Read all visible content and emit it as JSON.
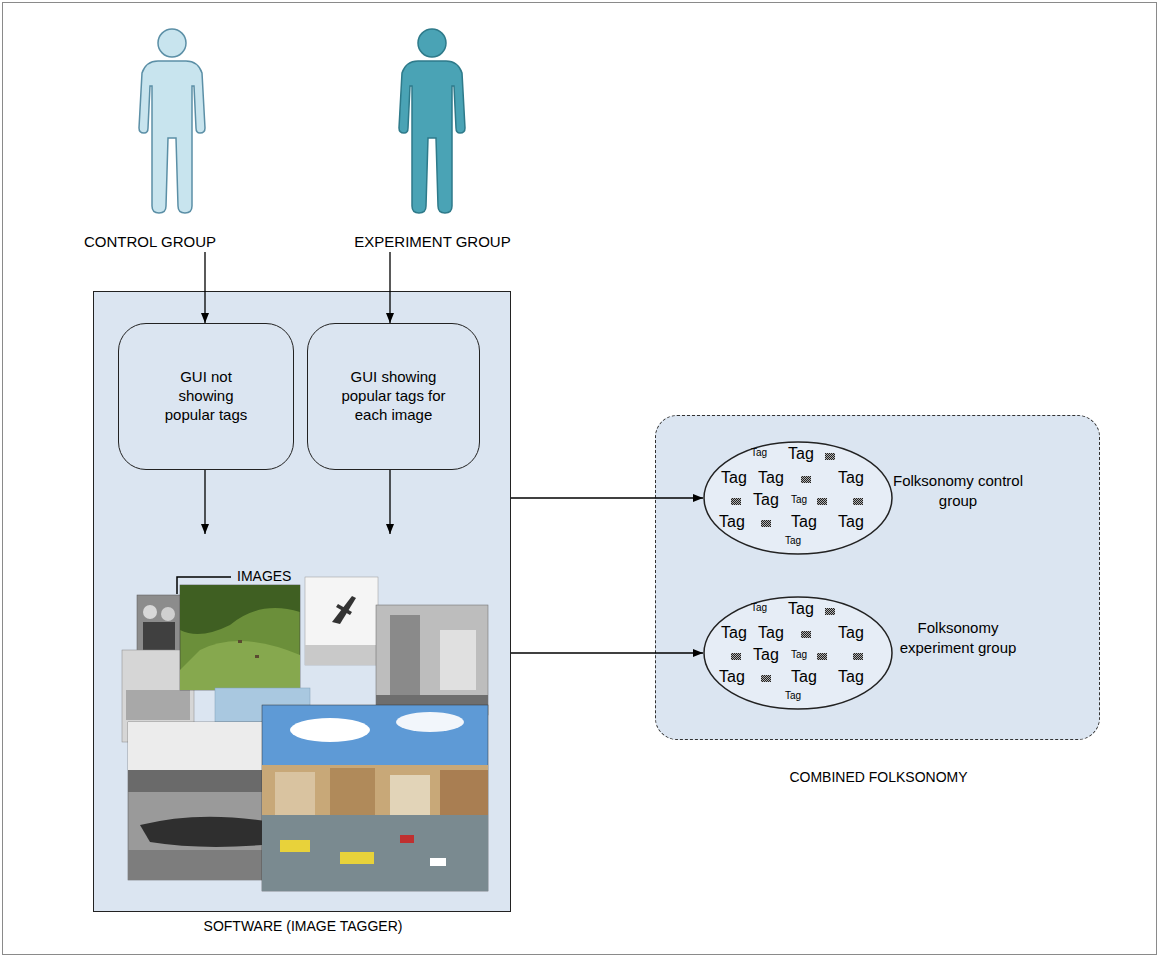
{
  "diagram": {
    "nodes": [
      {
        "text": [
          "CONTROL GROUP"
        ]
      },
      {
        "text": [
          "EXPERIMENT GROUP"
        ]
      },
      {
        "text": [
          "SOFTWARE (IMAGE TAGGER)"
        ]
      },
      {
        "text": [
          "GUI not showing popular tags"
        ],
        "in": 2
      },
      {
        "text": [
          "GUI showing popular tags for each image"
        ],
        "in": 2
      },
      {
        "text": [
          "IMAGES"
        ],
        "in": 2
      },
      {
        "text": [
          "COMBINED FOLKSONOMY"
        ]
      },
      {
        "text": [
          "Folksonomy control group",
          "Tag",
          "Tag",
          "Tag",
          "Tag",
          "Tag",
          "Tag",
          "Tag",
          "Tag",
          "Tag",
          "Tag",
          "Tag"
        ],
        "in": 6
      },
      {
        "text": [
          "Folksonomy experiment group",
          "Tag",
          "Tag",
          "Tag",
          "Tag",
          "Tag",
          "Tag",
          "Tag",
          "Tag",
          "Tag",
          "Tag",
          "Tag"
        ],
        "in": 6
      }
    ],
    "edges": [
      {
        "from": 0,
        "to": 3,
        "arrow": "to"
      },
      {
        "from": 1,
        "to": 4,
        "arrow": "to"
      },
      {
        "from": 3,
        "to": 5,
        "arrow": "to"
      },
      {
        "from": 4,
        "to": 5,
        "arrow": "to"
      },
      {
        "from": 2,
        "to": 7,
        "arrow": "to"
      },
      {
        "from": 2,
        "to": 8,
        "arrow": "to"
      }
    ]
  }
}
